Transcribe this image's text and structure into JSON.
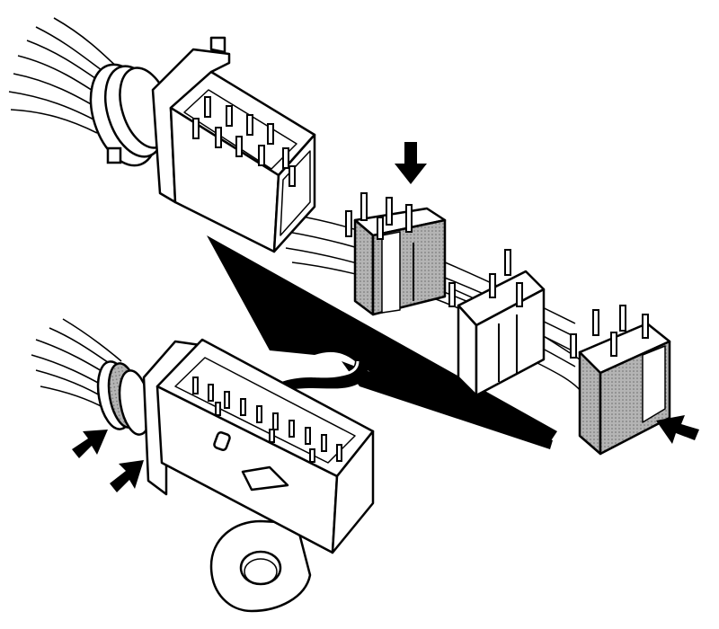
{
  "diagram": {
    "style": "black line-art technical illustration",
    "colors": {
      "ink": "#000000",
      "paper": "#ffffff",
      "shade": "#b8b8b8",
      "shade_dark": "#8c8c8c"
    },
    "parts": [
      {
        "id": "main-connector-upper",
        "icon": "multi-pin-connector-block"
      },
      {
        "id": "sub-connector-1",
        "icon": "connector-module",
        "shaded": true
      },
      {
        "id": "sub-connector-2",
        "icon": "connector-module",
        "shaded": false
      },
      {
        "id": "sub-connector-3",
        "icon": "connector-module",
        "shaded": true
      },
      {
        "id": "assembled-connector-lower",
        "icon": "connector-housing-with-mounting-eye"
      }
    ],
    "arrows": [
      {
        "id": "arrow-down-sub-connector-1",
        "icon": "arrow-down-icon"
      },
      {
        "id": "arrow-left-sub-connector-3",
        "icon": "arrow-left-icon"
      },
      {
        "id": "arrow-seal-upper",
        "icon": "arrow-right-icon"
      },
      {
        "id": "arrow-seal-lower",
        "icon": "arrow-right-icon"
      },
      {
        "id": "assembly-direction-arrow",
        "icon": "curved-arrow-icon"
      }
    ]
  }
}
